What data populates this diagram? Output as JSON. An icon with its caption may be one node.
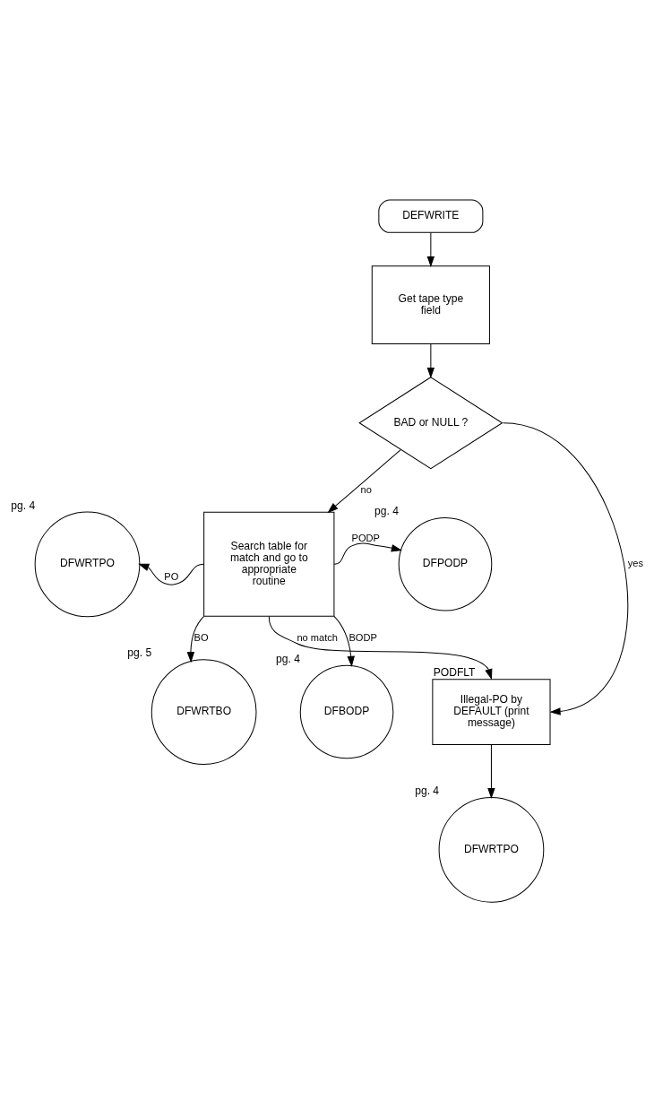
{
  "diagram": {
    "nodes": [
      {
        "text": [
          "DEFWRITE"
        ]
      },
      {
        "text": [
          "Get tape type field"
        ]
      },
      {
        "text": [
          "BAD or NULL ?"
        ]
      },
      {
        "text": [
          "Search table for match and go to appropriate routine"
        ]
      },
      {
        "text": [
          "DFWRTPO"
        ],
        "beside": [
          "pg. 4"
        ]
      },
      {
        "text": [
          "DFPODP"
        ],
        "beside": [
          "pg. 4"
        ]
      },
      {
        "text": [
          "DFWRTBO"
        ],
        "beside": [
          "pg. 5"
        ]
      },
      {
        "text": [
          "DFBODP"
        ],
        "beside": [
          "pg. 4"
        ]
      },
      {
        "text": [
          "Illegal-PO by DEFAULT (print message)"
        ],
        "beside": [
          "PODFLT"
        ]
      },
      {
        "text": [
          "DFWRTPO"
        ],
        "beside": [
          "pg. 4"
        ]
      }
    ],
    "edges": [
      {
        "from": 0,
        "to": 1,
        "arrow": "to"
      },
      {
        "from": 1,
        "to": 2,
        "arrow": "to"
      },
      {
        "from": 2,
        "to": 3,
        "arrow": "to",
        "label": "no"
      },
      {
        "from": 2,
        "to": 8,
        "arrow": "to",
        "label": "yes"
      },
      {
        "from": 3,
        "to": 4,
        "arrow": "to",
        "label": "PO"
      },
      {
        "from": 3,
        "to": 5,
        "arrow": "to",
        "label": "PODP"
      },
      {
        "from": 3,
        "to": 6,
        "arrow": "to",
        "label": "BO"
      },
      {
        "from": 3,
        "to": 7,
        "arrow": "to",
        "label": "BODP"
      },
      {
        "from": 3,
        "to": 8,
        "arrow": "to",
        "label": "no match"
      },
      {
        "from": 8,
        "to": 9,
        "arrow": "to"
      }
    ]
  }
}
